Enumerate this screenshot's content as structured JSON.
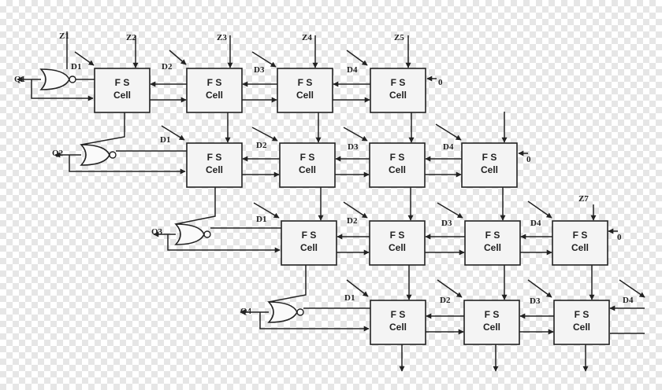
{
  "diagram": {
    "cell_label_line1": "F S",
    "cell_label_line2": "Cell",
    "rows": [
      {
        "output": "Q1",
        "diffs": [
          "D1",
          "D2",
          "D3",
          "D4"
        ],
        "inputs": [
          "Z1",
          "Z2",
          "Z3",
          "Z4",
          "Z5"
        ],
        "tail": "0"
      },
      {
        "output": "Q2",
        "diffs": [
          "D1",
          "D2",
          "D3",
          "D4"
        ],
        "inputs": [],
        "tail": "0"
      },
      {
        "output": "Q3",
        "diffs": [
          "D1",
          "D2",
          "D3",
          "D4"
        ],
        "inputs": [
          "Z7"
        ],
        "tail": "0"
      },
      {
        "output": "Q4",
        "diffs": [
          "D1",
          "D2",
          "D3",
          "D4"
        ],
        "inputs": [],
        "tail": ""
      }
    ]
  }
}
